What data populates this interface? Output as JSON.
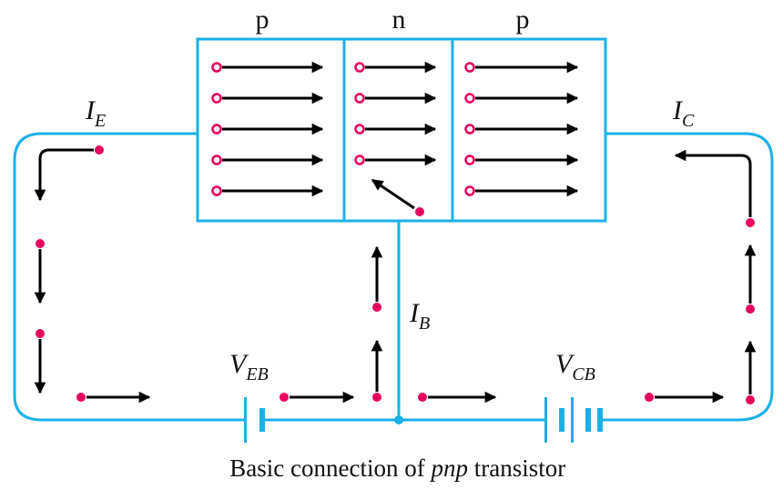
{
  "regions": {
    "emitter_label": "p",
    "base_label": "n",
    "collector_label": "p"
  },
  "currents": {
    "emitter": {
      "symbol": "I",
      "subscript": "E"
    },
    "collector": {
      "symbol": "I",
      "subscript": "C"
    },
    "base": {
      "symbol": "I",
      "subscript": "B"
    }
  },
  "batteries": {
    "emitter_base": {
      "symbol": "V",
      "subscript": "EB"
    },
    "collector_base": {
      "symbol": "V",
      "subscript": "CB"
    }
  },
  "caption": {
    "prefix": "Basic connection of ",
    "italic": "pnp",
    "suffix": " transistor"
  },
  "colors": {
    "wire": "#1ab0e8",
    "hole": "#e8005c",
    "arrow": "#000000",
    "text": "#111111"
  }
}
